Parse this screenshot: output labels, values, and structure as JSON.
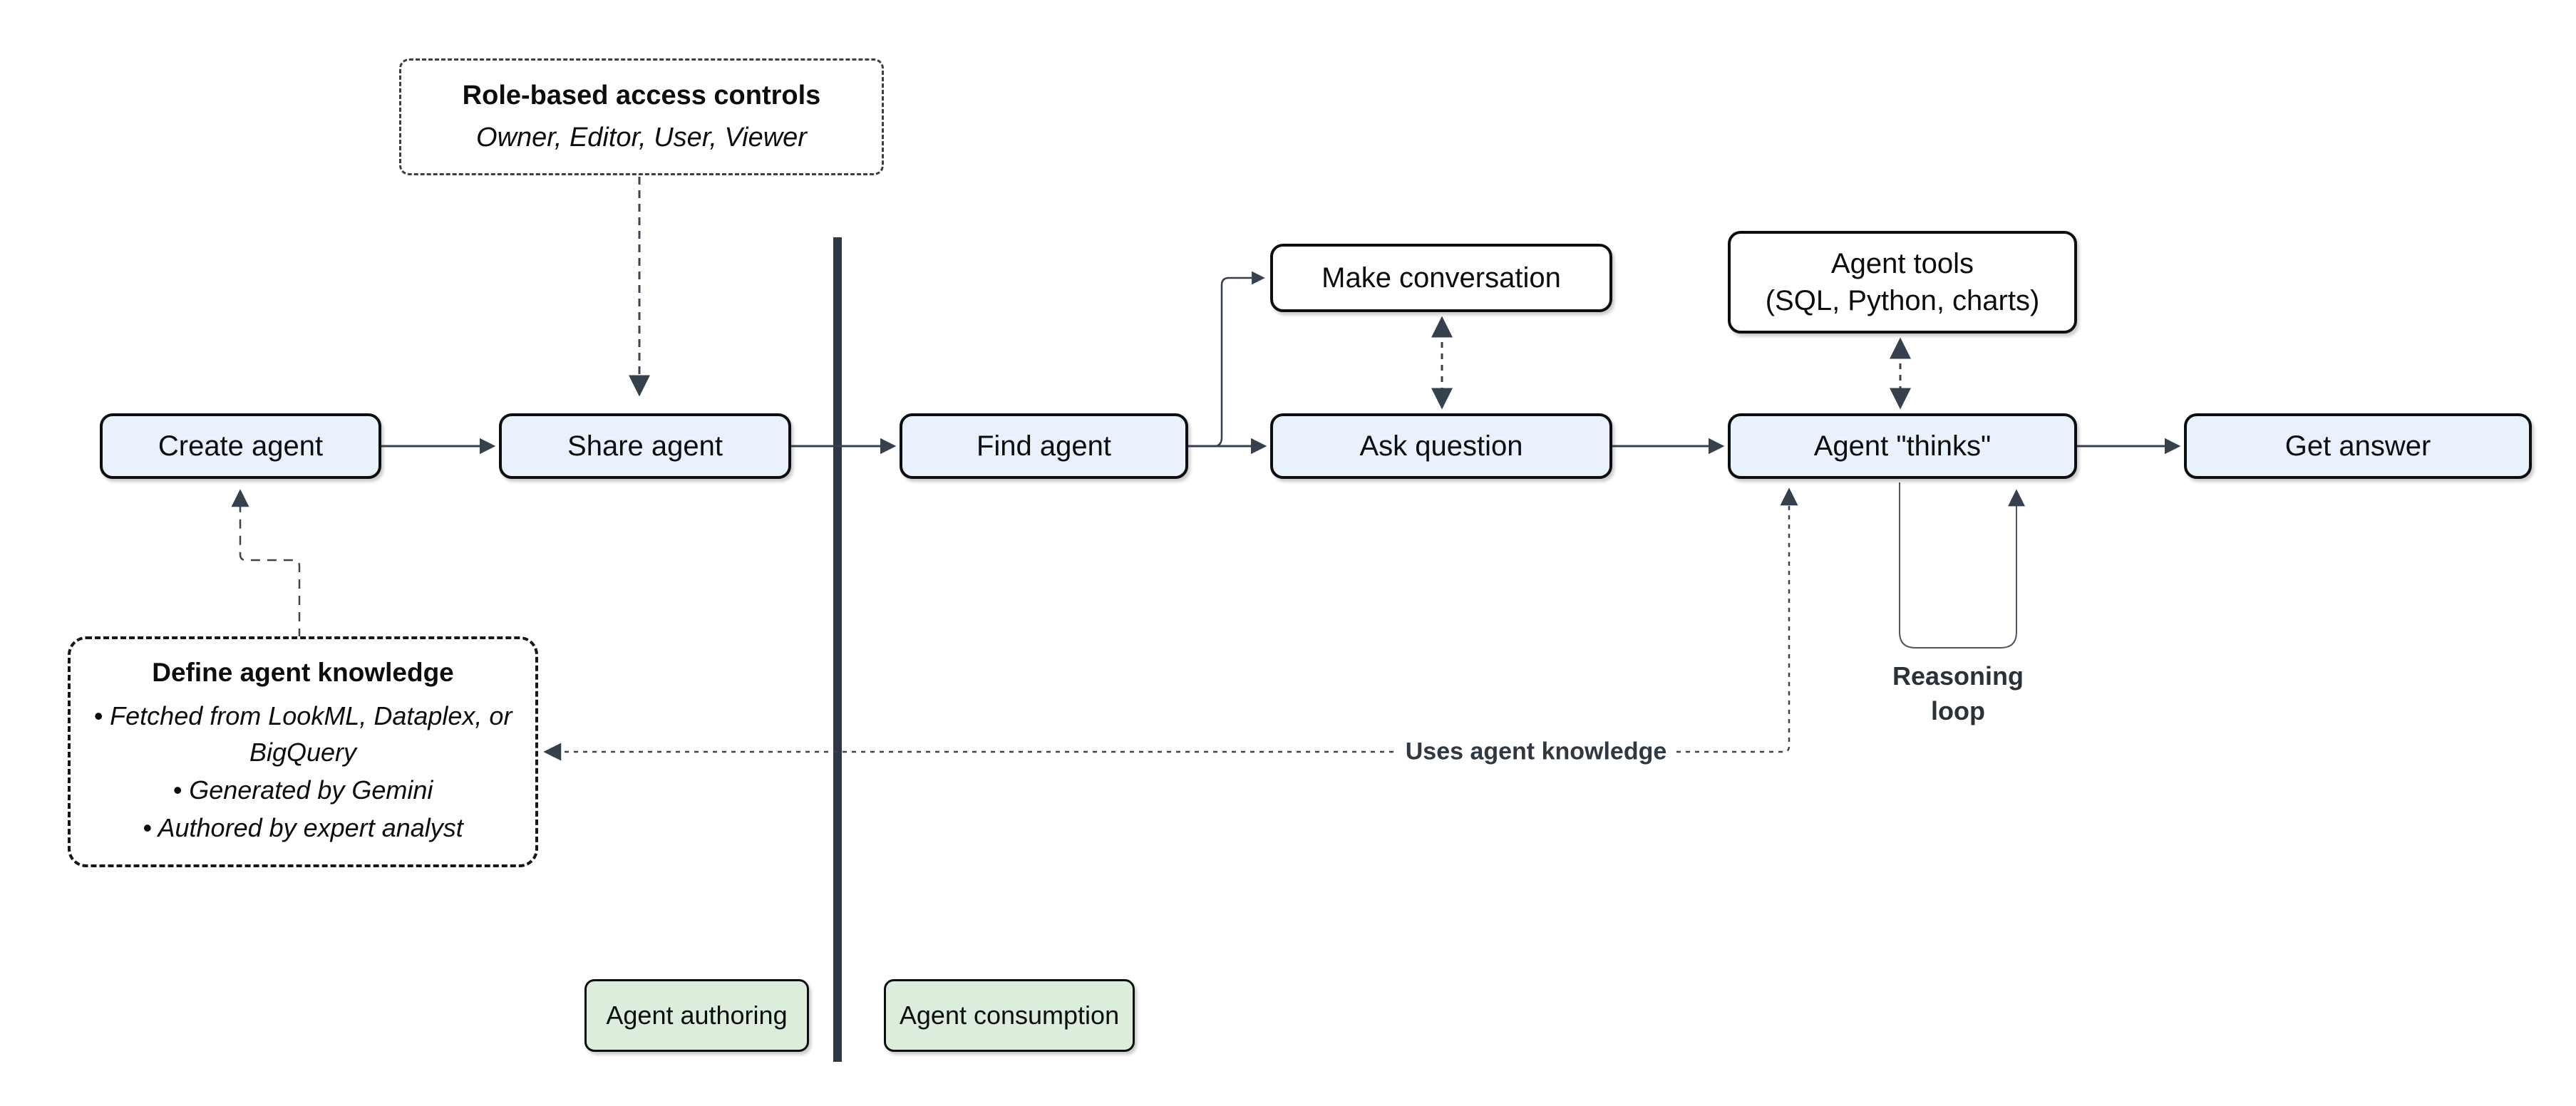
{
  "diagram": {
    "nodes": {
      "create_agent": {
        "label": "Create agent"
      },
      "share_agent": {
        "label": "Share agent"
      },
      "find_agent": {
        "label": "Find agent"
      },
      "make_conversation": {
        "label": "Make conversation"
      },
      "ask_question": {
        "label": "Ask question"
      },
      "agent_thinks": {
        "label": "Agent \"thinks\""
      },
      "get_answer": {
        "label": "Get answer"
      },
      "agent_tools": {
        "line1": "Agent tools",
        "line2": "(SQL, Python, charts)"
      },
      "role_access": {
        "title": "Role-based access controls",
        "subtitle": "Owner, Editor, User, Viewer"
      },
      "define_knowledge": {
        "title": "Define agent knowledge",
        "bullets": [
          "• Fetched from LookML, Dataplex, or BigQuery",
          "• Generated by Gemini",
          "• Authored by expert analyst"
        ]
      }
    },
    "labels": {
      "uses_agent_knowledge": "Uses agent knowledge",
      "reasoning_loop_line1": "Reasoning",
      "reasoning_loop_line2": "loop",
      "agent_authoring": "Agent authoring",
      "agent_consumption": "Agent consumption"
    },
    "colors": {
      "node_fill_blue": "#E9F1FC",
      "node_fill_green": "#DCEEDB",
      "node_fill_white": "#FFFFFF",
      "node_border": "#0C0E10",
      "connector": "#37414D",
      "divider_bar": "#2E3743"
    }
  }
}
